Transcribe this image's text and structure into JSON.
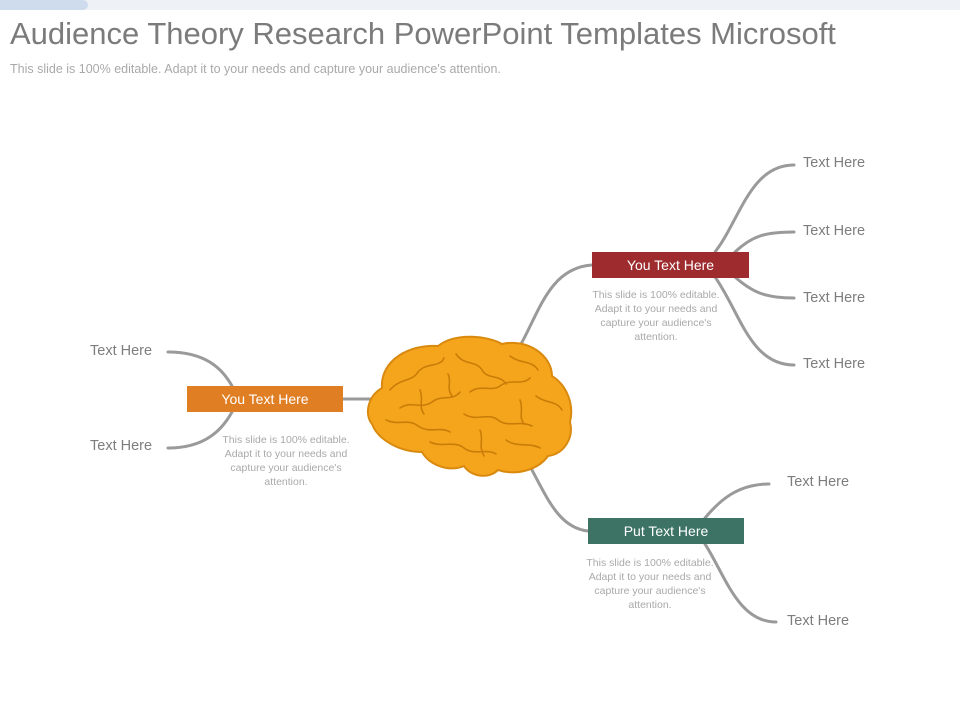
{
  "title": "Audience Theory Research PowerPoint Templates Microsoft",
  "subtitle": "This slide is 100% editable. Adapt it to your needs and capture your audience's attention.",
  "colors": {
    "orange": "#e07e24",
    "red": "#9e2b2e",
    "green": "#3d7364",
    "brain": "#f5a51c",
    "connector": "#9a9a9a"
  },
  "brain_icon": "brain-icon",
  "nodes": {
    "left": {
      "label": "You Text Here",
      "description": "This slide is 100% editable. Adapt it to your needs and capture your audience's attention.",
      "branches": [
        "Text Here",
        "Text Here"
      ]
    },
    "top_right": {
      "label": "You Text Here",
      "description": "This slide is 100% editable. Adapt it to your needs and capture your audience's attention.",
      "branches": [
        "Text Here",
        "Text Here",
        "Text Here",
        "Text Here"
      ]
    },
    "bottom_right": {
      "label": "Put Text Here",
      "description": "This slide is 100% editable. Adapt it to your needs and capture your audience's attention.",
      "branches": [
        "Text Here",
        "Text Here"
      ]
    }
  }
}
